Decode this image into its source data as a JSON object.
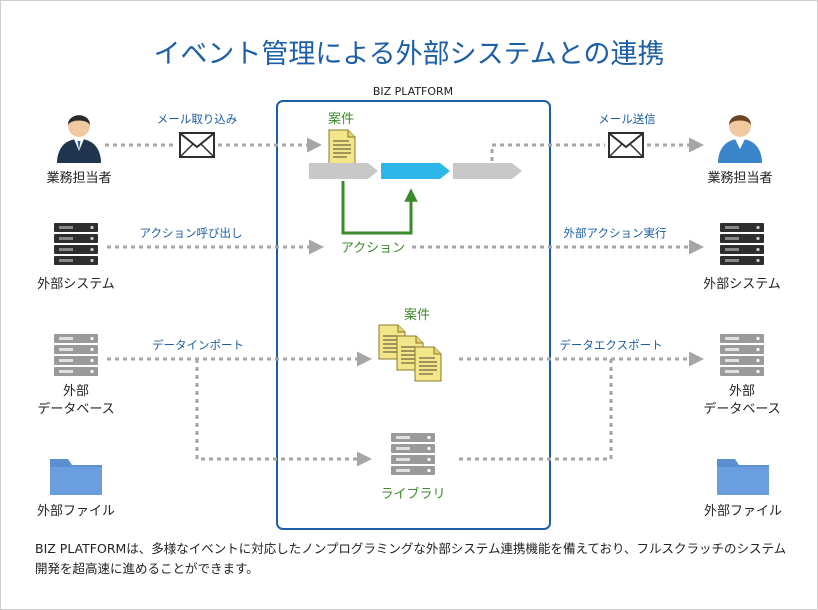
{
  "title": "イベント管理による外部システムとの連携",
  "platform_label": "BIZ PLATFORM",
  "left_nodes": {
    "staff": "業務担当者",
    "system": "外部システム",
    "db_line1": "外部",
    "db_line2": "データベース",
    "file": "外部ファイル"
  },
  "right_nodes": {
    "staff": "業務担当者",
    "system": "外部システム",
    "db_line1": "外部",
    "db_line2": "データベース",
    "file": "外部ファイル"
  },
  "flows_in": {
    "mail": "メール取り込み",
    "action_call": "アクション呼び出し",
    "data_import": "データインポート"
  },
  "flows_out": {
    "mail": "メール送信",
    "action_exec": "外部アクション実行",
    "data_export": "データエクスポート"
  },
  "inside": {
    "case_top": "案件",
    "action": "アクション",
    "case_mid": "案件",
    "library": "ライブラリ"
  },
  "caption": "BIZ PLATFORMは、多様なイベントに対応したノンプログラミングな外部システム連携機能を備えており、フルスクラッチのシステム開発を超高速に進めることができます。",
  "colors": {
    "title": "#1d5fa6",
    "platform_border": "#1d5fa6",
    "green": "#3d8a2d",
    "active_step": "#2db6e8",
    "inactive_step": "#c8c8c8",
    "document": "#f3e58a",
    "folder": "#5b8fd0",
    "dotted_line": "#a6a6a6",
    "server": "#2e2e2e",
    "database": "#9a9a9a"
  },
  "icons": [
    "person-icon",
    "envelope-icon",
    "server-icon",
    "database-icon",
    "folder-icon",
    "document-icon"
  ]
}
